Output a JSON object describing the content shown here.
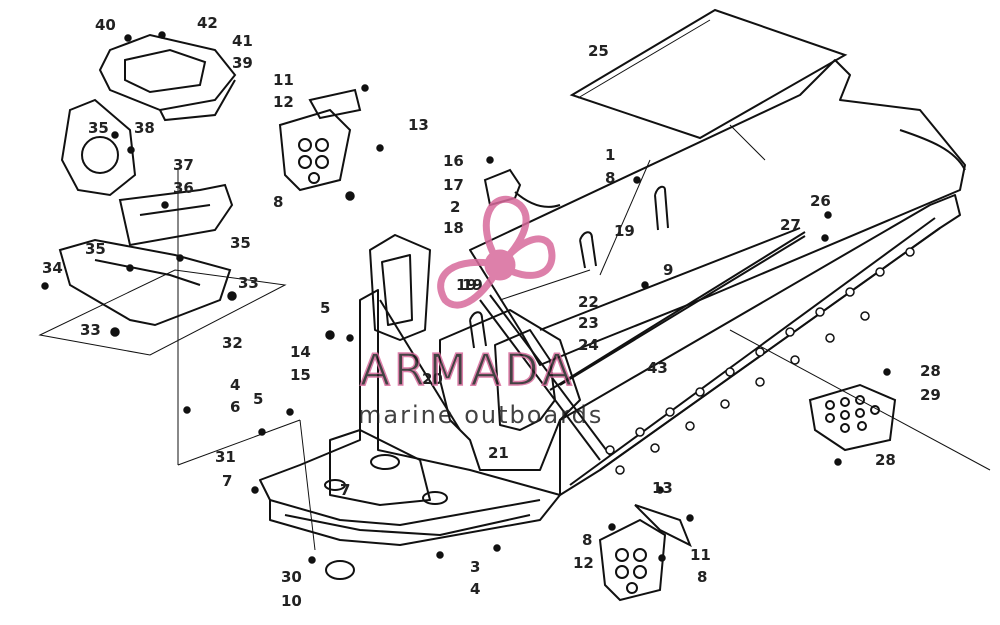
{
  "diagram": {
    "callouts": [
      "40",
      "42",
      "41",
      "39",
      "35",
      "38",
      "37",
      "36",
      "35",
      "35",
      "34",
      "33",
      "33",
      "32",
      "11",
      "12",
      "13",
      "8",
      "16",
      "17",
      "2",
      "18",
      "19",
      "1",
      "8",
      "19",
      "25",
      "9",
      "26",
      "27",
      "22",
      "23",
      "24",
      "43",
      "5",
      "14",
      "15",
      "20",
      "19",
      "21",
      "4",
      "6",
      "5",
      "31",
      "7",
      "7",
      "30",
      "10",
      "3",
      "4",
      "8",
      "12",
      "13",
      "11",
      "8",
      "28",
      "29",
      "28"
    ]
  },
  "watermark": {
    "brand": "ARMADA",
    "tagline": "marine outboards",
    "color": "#d86a9c"
  }
}
